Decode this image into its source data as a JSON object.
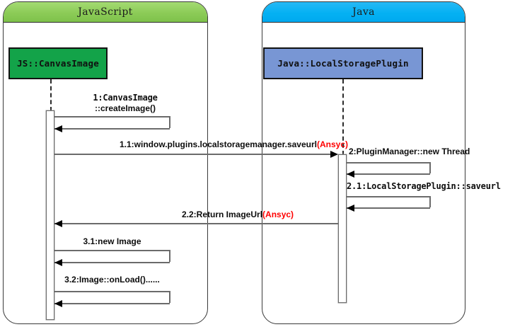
{
  "diagram": {
    "type": "uml-sequence-diagram",
    "colors": {
      "js_header": "#8ccb57",
      "java_header": "#05b1f3",
      "js_object_box": "#13a349",
      "java_object_box": "#7896d4",
      "message_line": "#6b6b6b",
      "async_tag": "#ff0000"
    }
  },
  "frames": [
    {
      "name": "javascript",
      "title": "JavaScript"
    },
    {
      "name": "java",
      "title": "Java"
    }
  ],
  "participants": [
    {
      "name": "js-canvasimage",
      "label": "JS::CanvasImage"
    },
    {
      "name": "java-localstorageplugin",
      "label": "Java::LocalStoragePlugin"
    }
  ],
  "messages": [
    {
      "id": "1",
      "kind": "self",
      "lifeline": "js-canvasimage",
      "label_line1": "1:CanvasImage",
      "label_line2": "::createImage()"
    },
    {
      "id": "1.1",
      "kind": "call",
      "from": "js-canvasimage",
      "to": "java-localstorageplugin",
      "label": "1.1:window.plugins.localstoragemanager.saveurl",
      "async_tag": "(Ansyc)"
    },
    {
      "id": "2",
      "kind": "self",
      "lifeline": "java-localstorageplugin",
      "label": "2:PluginManager::new Thread"
    },
    {
      "id": "2.1",
      "kind": "self",
      "lifeline": "java-localstorageplugin",
      "label": "2.1:LocalStoragePlugin::saveurl"
    },
    {
      "id": "2.2",
      "kind": "return",
      "from": "java-localstorageplugin",
      "to": "js-canvasimage",
      "label": "2.2:Return ImageUrl",
      "async_tag": "(Ansyc)"
    },
    {
      "id": "3.1",
      "kind": "self",
      "lifeline": "js-canvasimage",
      "label": "3.1:new Image"
    },
    {
      "id": "3.2",
      "kind": "self",
      "lifeline": "js-canvasimage",
      "label": "3.2:Image::onLoad()......"
    }
  ]
}
